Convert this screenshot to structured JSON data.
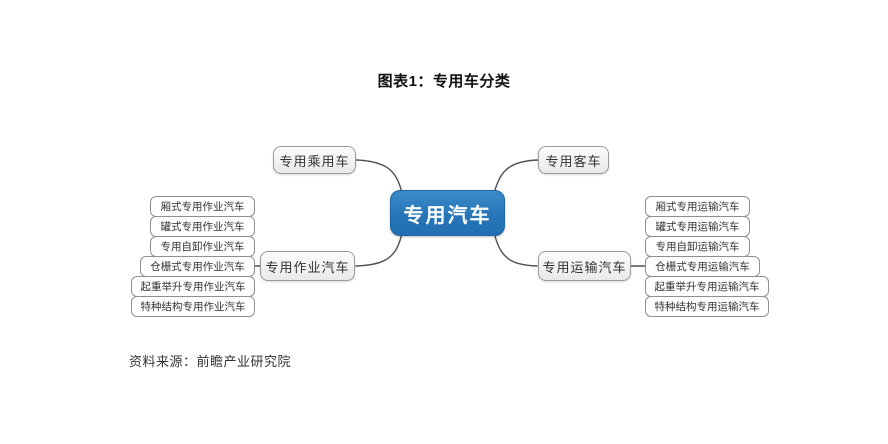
{
  "title": "图表1：专用车分类",
  "source_note": "资料来源：前瞻产业研究院",
  "colors": {
    "center_node_bg": "#2878BE",
    "center_node_text": "#FFFFFF",
    "branch_node_bg": "#EFEFEF",
    "node_border": "#9B9B9B",
    "leaf_border": "#8F8F8F",
    "connector": "#4E4E4E"
  },
  "diagram": {
    "center": {
      "label": "专用汽车"
    },
    "branches": [
      {
        "label": "专用乘用车",
        "children": []
      },
      {
        "label": "专用客车",
        "children": []
      },
      {
        "label": "专用作业汽车",
        "children": [
          "厢式专用作业汽车",
          "罐式专用作业汽车",
          "专用自卸作业汽车",
          "仓栅式专用作业汽车",
          "起重举升专用作业汽车",
          "特种结构专用作业汽车"
        ]
      },
      {
        "label": "专用运输汽车",
        "children": [
          "厢式专用运输汽车",
          "罐式专用运输汽车",
          "专用自卸运输汽车",
          "仓栅式专用运输汽车",
          "起重举升专用运输汽车",
          "特种结构专用运输汽车"
        ]
      }
    ]
  }
}
